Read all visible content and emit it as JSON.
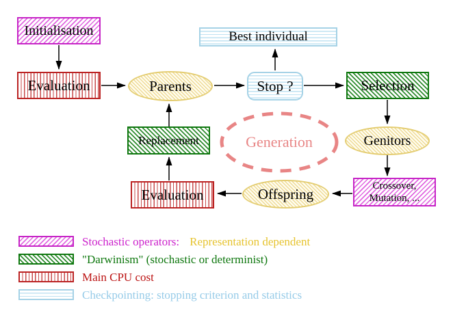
{
  "diagram": {
    "nodes": {
      "initialisation": {
        "label": "Initialisation"
      },
      "evaluation_top": {
        "label": "Evaluation"
      },
      "parents": {
        "label": "Parents"
      },
      "best_individual": {
        "label": "Best individual"
      },
      "stop": {
        "label": "Stop ?"
      },
      "selection": {
        "label": "Selection"
      },
      "replacement": {
        "label": "Replacement"
      },
      "generation": {
        "label": "Generation"
      },
      "genitors": {
        "label": "Genitors"
      },
      "evaluation_bottom": {
        "label": "Evaluation"
      },
      "offspring": {
        "label": "Offspring"
      },
      "crossover": {
        "line1": "Crossover,",
        "line2": "Mutation, ..."
      }
    },
    "legend": {
      "items": [
        {
          "name": "stochastic-operators",
          "label": "Stochastic operators:",
          "label2": "Representation dependent"
        },
        {
          "name": "darwinism",
          "label": "\"Darwinism\" (stochastic or determinist)"
        },
        {
          "name": "main-cpu-cost",
          "label": "Main CPU cost"
        },
        {
          "name": "checkpointing",
          "label": "Checkpointing: stopping criterion and statistics"
        }
      ]
    },
    "colors": {
      "magenta_border": "#c623c6",
      "magenta_hatch": "#e066e0",
      "green_border": "#0e770e",
      "green_hatch": "#2e8b2e",
      "red_border": "#bb2222",
      "red_stripe": "#c74a4a",
      "cyan_border": "#a5d2e6",
      "cyan_stripe": "#bfe2f2",
      "yellow_border": "#e4cd72",
      "yellow_hatch": "#eeda96",
      "gold_text": "#e6c32e",
      "salmon_dashed": "#e88585",
      "arrow": "#000000"
    }
  }
}
